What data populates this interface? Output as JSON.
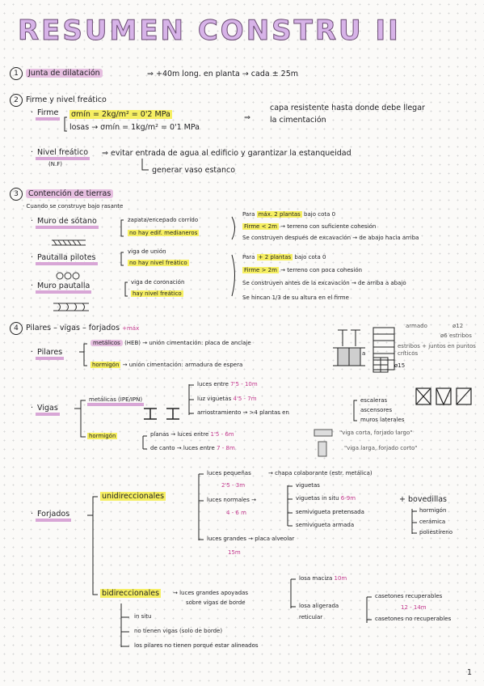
{
  "title": "RESUMEN CONSTRU II",
  "page_number": "1",
  "s1": {
    "num": "1",
    "heading": "Junta de dilatación",
    "text": "⇒ +40m long. en planta → cada ± 25m"
  },
  "s2": {
    "num": "2",
    "heading": "Firme y nivel freático",
    "firme": {
      "label": "Firme",
      "line1": "σmín = 2kg/m² = 0'2 MPa",
      "line2": "losas → σmín = 1kg/m² = 0'1 MPa",
      "result1": "capa resistente hasta donde debe llegar",
      "result2": "la cimentación"
    },
    "nivel": {
      "label": "Nivel freático",
      "sub": "(N.F)",
      "text1": "evitar entrada de agua al edificio y garantizar la estanqueidad",
      "text2": "generar vaso estanco"
    }
  },
  "s3": {
    "num": "3",
    "heading": "Contención de tierras",
    "intro": "Cuando se construye bajo rasante",
    "muro_sotano": {
      "label": "Muro de sótano",
      "opt1": "zapata/encepado corrido",
      "opt2": "no hay edif. medianeros"
    },
    "pantalla_pilotes": {
      "label": "Pautalla pilotes",
      "opt1": "viga de unión",
      "opt2": "no hay nivel freático"
    },
    "muro_pantalla": {
      "label": "Muro pautalla",
      "opt1": "viga de coronación",
      "opt2": "hay nivel freático"
    },
    "right_top": {
      "l1a": "Para",
      "l1b": "máx. 2 plantas",
      "l1c": "bajo cota 0",
      "l2a": "Firme < 2m",
      "l2b": "→ terreno con suficiente cohesión",
      "l3": "Se construyen después de excavación → de abajo hacia arriba"
    },
    "right_bottom": {
      "l1a": "Para",
      "l1b": "+ 2 plantas",
      "l1c": "bajo cota 0",
      "l2a": "Firme > 2m",
      "l2b": "→ terreno con poca cohesión",
      "l3": "Se construyen antes de la excavación → de arriba a abajo",
      "l4": "Se hincan 1/3 de su altura en el firme"
    }
  },
  "s4": {
    "num": "4",
    "heading": "Pilares – vigas – forjados",
    "heading_note": "+máx",
    "pilares": {
      "label": "Pilares",
      "metal": "metálicos",
      "metal_text": "(HEB) → unión cimentación: placa de anclaje",
      "horm": "hormigón",
      "horm_text": "→ unión cimentación: armadura de espera",
      "note_armado": "armado",
      "note_d12": "ø12",
      "note_d6": "ø6 estribos",
      "note_estribos": "estribos + juntos en puntos críticos",
      "d_label_a": "a",
      "d_label_15": "ø15"
    },
    "vigas": {
      "label": "Vigas",
      "metal": "metálicas (IPE/IPN)",
      "m1a": "luces entre",
      "m1b": "7'5 - 10m",
      "m2a": "luz viguetas",
      "m2b": "4'5 - 7m",
      "m3a": "arriostramiento → >4 plantas en",
      "m3_1": "escaleras",
      "m3_2": "ascensores",
      "m3_3": "muros laterales",
      "horm": "hormigón",
      "h1a": "planas → luces entre",
      "h1b": "1'5 - 6m",
      "h2a": "de canto → luces entre",
      "h2b": "7 - 8m",
      "h1_note": "\"viga corta, forjado largo\"",
      "h2_note": "\"viga larga, forjado corto\""
    },
    "forjados": {
      "label": "Forjados",
      "uni": "unidireccionales",
      "peq": "luces pequeñas",
      "peq_range": "2'5 - 3m",
      "peq_res": "chapa colaborante (estr. metálica)",
      "norm": "luces normales",
      "norm_range": "4 - 6 m",
      "n1": "viguetas",
      "n2a": "viguetas in situ",
      "n2b": "6-9m",
      "n3": "semivigueta pretensada",
      "n4": "semivigueta armada",
      "bov": "+ bovedillas",
      "bov1": "hormigón",
      "bov2": "cerámica",
      "bov3": "poliestireno",
      "gran": "luces grandes",
      "gran_res": "placa alveolar",
      "gran_range": "15m",
      "bi": "bidireccionales",
      "bi_text1": "→ luces grandes apoyadas",
      "bi_text2": "sobre vigas de borde",
      "losa_m": "losa maciza",
      "losa_m_range": "10m",
      "losa_a1": "losa aligerada",
      "losa_a2": "reticular",
      "cas1": "casetones recuperables",
      "cas_range": "12 - 14m",
      "cas2": "casetones no recuperables",
      "b1": "in situ",
      "b2": "no tienen vigas (solo de borde)",
      "b3": "los pilares no tienen porqué estar alineados"
    }
  },
  "colors": {
    "accent_pink": "#c2368c",
    "highlight_yellow": "#f6ef62",
    "highlight_lilac": "#e6bfe0"
  }
}
